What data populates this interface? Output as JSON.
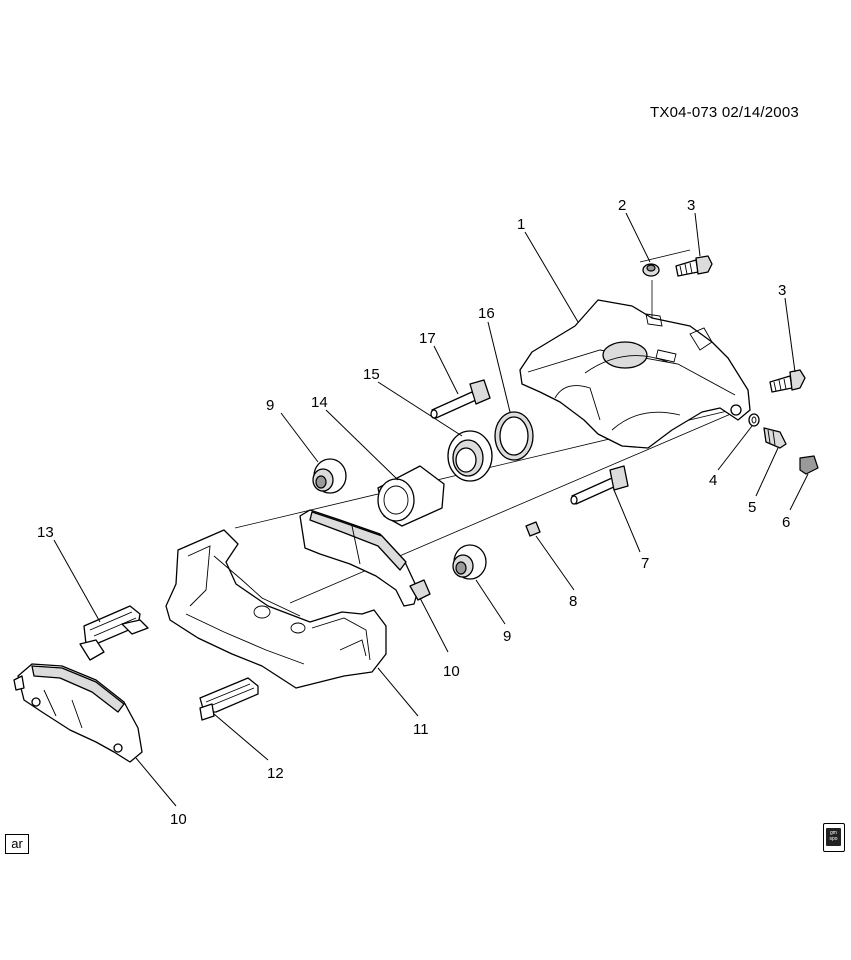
{
  "header": {
    "ref_id": "TX04-073  02/14/2003"
  },
  "footer": {
    "tag": "ar",
    "logo_text": "gm spo"
  },
  "callouts": [
    {
      "id": "c1",
      "label": "1"
    },
    {
      "id": "c2",
      "label": "2"
    },
    {
      "id": "c3a",
      "label": "3"
    },
    {
      "id": "c3b",
      "label": "3"
    },
    {
      "id": "c4",
      "label": "4"
    },
    {
      "id": "c5",
      "label": "5"
    },
    {
      "id": "c6",
      "label": "6"
    },
    {
      "id": "c7",
      "label": "7"
    },
    {
      "id": "c8",
      "label": "8"
    },
    {
      "id": "c9a",
      "label": "9"
    },
    {
      "id": "c9b",
      "label": "9"
    },
    {
      "id": "c10a",
      "label": "10"
    },
    {
      "id": "c10b",
      "label": "10"
    },
    {
      "id": "c11",
      "label": "11"
    },
    {
      "id": "c12",
      "label": "12"
    },
    {
      "id": "c13",
      "label": "13"
    },
    {
      "id": "c14",
      "label": "14"
    },
    {
      "id": "c15",
      "label": "15"
    },
    {
      "id": "c16",
      "label": "16"
    },
    {
      "id": "c17",
      "label": "17"
    }
  ]
}
